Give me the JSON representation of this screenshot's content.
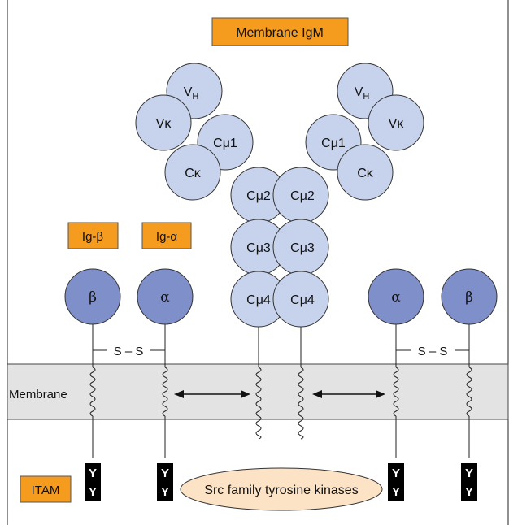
{
  "title": "Membrane IgM",
  "igm_domains": {
    "vh": "V",
    "vh_sub": "H",
    "vk": "Vκ",
    "ck": "Cκ",
    "cmu1": "Cμ1",
    "cmu2": "Cμ2",
    "cmu3": "Cμ3",
    "cmu4": "Cμ4"
  },
  "ig_beta_label": "Ig-β",
  "ig_alpha_label": "Ig-α",
  "beta_symbol": "β",
  "alpha_symbol": "α",
  "disulfide": "S – S",
  "membrane_label": "Membrane",
  "itam_label": "ITAM",
  "tyrosine": "Y",
  "kinase_label": "Src family tyrosine kinases",
  "colors": {
    "domain_fill": "#c7d3ec",
    "chain_fill": "#7f8fc9",
    "label_box": "#f59c1e",
    "membrane": "#e3e3e3",
    "kinase_fill": "#fde3c6",
    "itam_box": "#000000"
  }
}
